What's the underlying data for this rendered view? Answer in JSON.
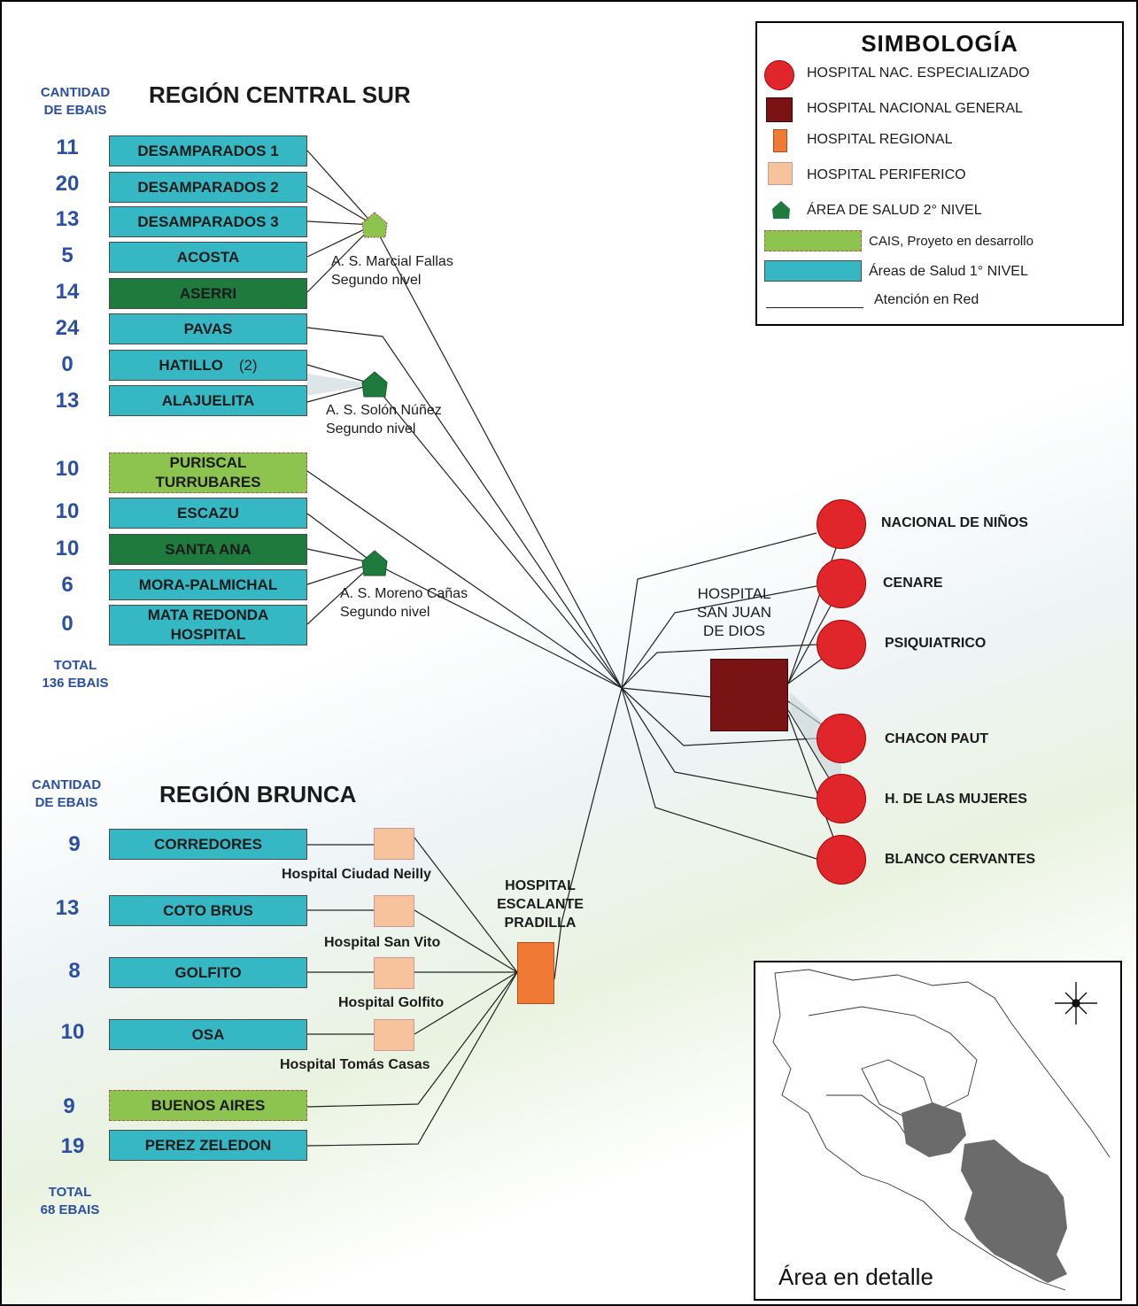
{
  "central": {
    "title": "REGIÓN CENTRAL SUR",
    "header": "CANTIDAD\nDE EBAIS",
    "total": "TOTAL\n136 EBAIS",
    "areas": [
      {
        "count": "11",
        "name": "DESAMPARADOS 1"
      },
      {
        "count": "20",
        "name": "DESAMPARADOS 2"
      },
      {
        "count": "13",
        "name": "DESAMPARADOS 3"
      },
      {
        "count": "5",
        "name": "ACOSTA"
      },
      {
        "count": "14",
        "name": "ASERRI"
      },
      {
        "count": "24",
        "name": "PAVAS"
      },
      {
        "count": "0",
        "name": "HATILLO",
        "note": "(2)"
      },
      {
        "count": "13",
        "name": "ALAJUELITA"
      },
      {
        "count": "10",
        "name": "PURISCAL\nTURRUBARES"
      },
      {
        "count": "10",
        "name": "ESCAZU"
      },
      {
        "count": "10",
        "name": "SANTA ANA"
      },
      {
        "count": "6",
        "name": "MORA-PALMICHAL"
      },
      {
        "count": "0",
        "name": "MATA REDONDA\nHOSPITAL"
      }
    ],
    "second_level": [
      {
        "label": "A. S. Marcial Fallas\nSegundo nivel"
      },
      {
        "label": "A. S. Solón Núñez\nSegundo nivel"
      },
      {
        "label": "A. S. Moreno Cañas\nSegundo nivel"
      }
    ]
  },
  "brunca": {
    "title": "REGIÓN BRUNCA",
    "header": "CANTIDAD\nDE EBAIS",
    "total": "TOTAL\n68 EBAIS",
    "areas": [
      {
        "count": "9",
        "name": "CORREDORES"
      },
      {
        "count": "13",
        "name": "COTO BRUS"
      },
      {
        "count": "8",
        "name": "GOLFITO"
      },
      {
        "count": "10",
        "name": "OSA"
      },
      {
        "count": "9",
        "name": "BUENOS AIRES"
      },
      {
        "count": "19",
        "name": "PEREZ ZELEDON"
      }
    ],
    "peripheral": [
      {
        "label": "Hospital Ciudad Neilly"
      },
      {
        "label": "Hospital San Vito"
      },
      {
        "label": "Hospital Golfito"
      },
      {
        "label": "Hospital Tomás Casas"
      }
    ],
    "regional": "HOSPITAL\nESCALANTE\nPRADILLA"
  },
  "general_hospital": "HOSPITAL\nSAN JUAN\nDE DIOS",
  "specialized": [
    {
      "label": "NACIONAL DE NIÑOS"
    },
    {
      "label": "CENARE"
    },
    {
      "label": "PSIQUIATRICO"
    },
    {
      "label": "CHACON PAUT"
    },
    {
      "label": "H. DE LAS MUJERES"
    },
    {
      "label": "BLANCO CERVANTES"
    }
  ],
  "legend": {
    "title": "SIMBOLOGÍA",
    "items": [
      {
        "label": "HOSPITAL NAC. ESPECIALIZADO",
        "icon": "red-circle"
      },
      {
        "label": "HOSPITAL NACIONAL GENERAL",
        "icon": "dark-red-square"
      },
      {
        "label": "HOSPITAL REGIONAL",
        "icon": "orange-rectangle"
      },
      {
        "label": "HOSPITAL PERIFERICO",
        "icon": "peach-square"
      },
      {
        "label": "ÁREA DE SALUD 2° NIVEL",
        "icon": "green-house"
      },
      {
        "label": "CAIS, Proyeto en desarrollo",
        "icon": "light-green-bar"
      },
      {
        "label": "Áreas de Salud 1° NIVEL",
        "icon": "teal-bar"
      },
      {
        "label": "Atención en Red",
        "icon": "line"
      }
    ]
  },
  "map": {
    "caption": "Área en detalle"
  },
  "colors": {
    "teal": "#35b8c4",
    "dark_green": "#1f7a3e",
    "light_green": "#8dc44f",
    "red": "#e0262b",
    "dark_red": "#7a1414",
    "orange": "#f07a35",
    "peach": "#f6c39c",
    "count_blue": "#2a4fa3"
  }
}
